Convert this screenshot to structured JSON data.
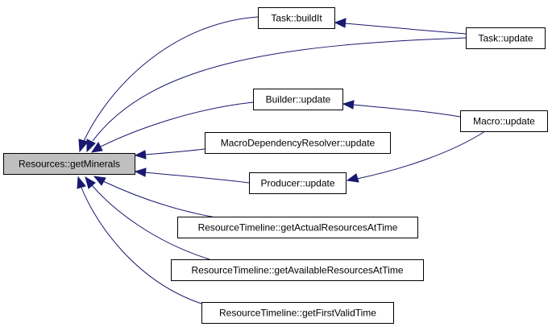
{
  "diagram": {
    "nodes": {
      "root": "Resources::getMinerals",
      "task_buildit": "Task::buildIt",
      "task_update": "Task::update",
      "builder_update": "Builder::update",
      "macro_update": "Macro::update",
      "mdr_update": "MacroDependencyResolver::update",
      "producer_update": "Producer::update",
      "rt_actual": "ResourceTimeline::getActualResourcesAtTime",
      "rt_available": "ResourceTimeline::getAvailableResourcesAtTime",
      "rt_firstvalid": "ResourceTimeline::getFirstValidTime"
    },
    "edges": [
      {
        "from": "task_buildit",
        "to": "root"
      },
      {
        "from": "task_update",
        "to": "root"
      },
      {
        "from": "builder_update",
        "to": "root"
      },
      {
        "from": "mdr_update",
        "to": "root"
      },
      {
        "from": "producer_update",
        "to": "root"
      },
      {
        "from": "rt_actual",
        "to": "root"
      },
      {
        "from": "rt_available",
        "to": "root"
      },
      {
        "from": "rt_firstvalid",
        "to": "root"
      },
      {
        "from": "task_update",
        "to": "task_buildit"
      },
      {
        "from": "macro_update",
        "to": "builder_update"
      },
      {
        "from": "macro_update",
        "to": "producer_update"
      }
    ],
    "colors": {
      "edge": "#191970",
      "root_fill": "#bfbfbf",
      "node_fill": "#ffffff",
      "node_border": "#000000"
    }
  }
}
